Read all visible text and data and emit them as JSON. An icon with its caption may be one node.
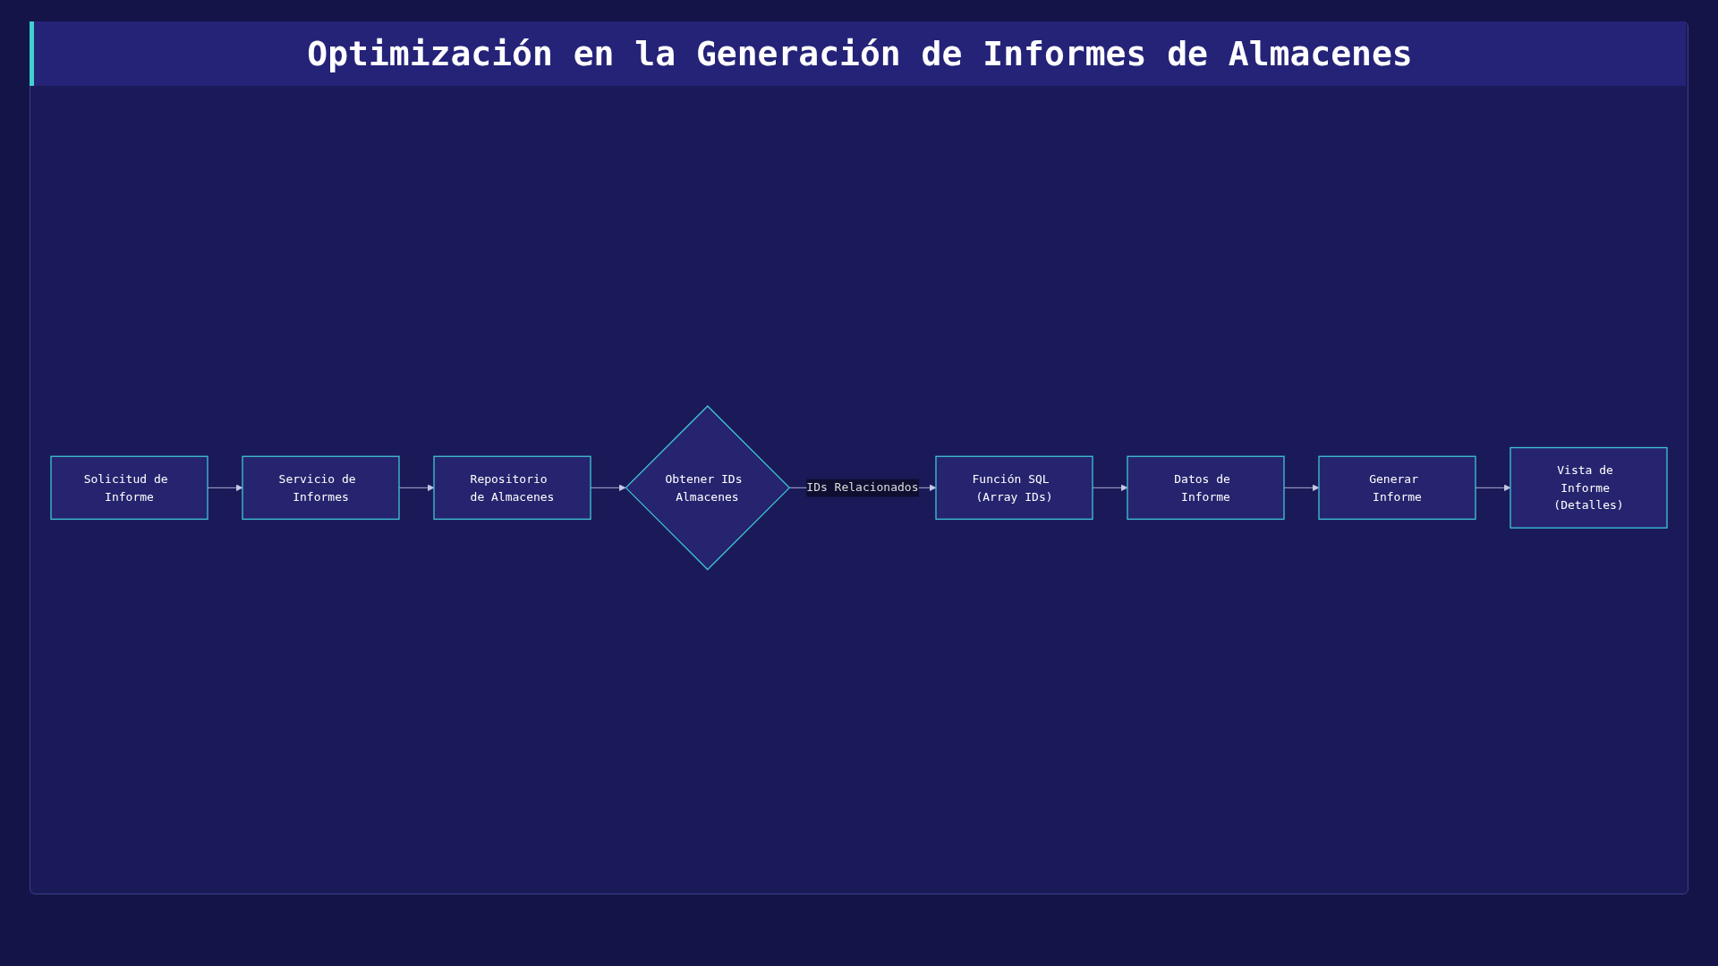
{
  "diagram": {
    "title": "Optimización en la Generación de Informes de Almacenes",
    "nodes": [
      {
        "text": [
          "Solicitud de Informe"
        ]
      },
      {
        "text": [
          "Servicio de Informes"
        ]
      },
      {
        "text": [
          "Repositorio de Almacenes"
        ]
      },
      {
        "text": [
          "Obtener IDs Almacenes"
        ]
      },
      {
        "text": [
          "Función SQL (Array IDs)"
        ]
      },
      {
        "text": [
          "Datos de Informe"
        ]
      },
      {
        "text": [
          "Generar Informe"
        ]
      },
      {
        "text": [
          "Vista de Informe (Detalles)"
        ]
      }
    ],
    "edges": [
      {
        "from": 0,
        "to": 1,
        "arrow": "to"
      },
      {
        "from": 1,
        "to": 2,
        "arrow": "to"
      },
      {
        "from": 2,
        "to": 3,
        "arrow": "to"
      },
      {
        "from": 3,
        "to": 4,
        "arrow": "to",
        "label": "IDs Relacionados"
      },
      {
        "from": 4,
        "to": 5,
        "arrow": "to"
      },
      {
        "from": 5,
        "to": 6,
        "arrow": "to"
      },
      {
        "from": 6,
        "to": 7,
        "arrow": "to"
      }
    ]
  }
}
